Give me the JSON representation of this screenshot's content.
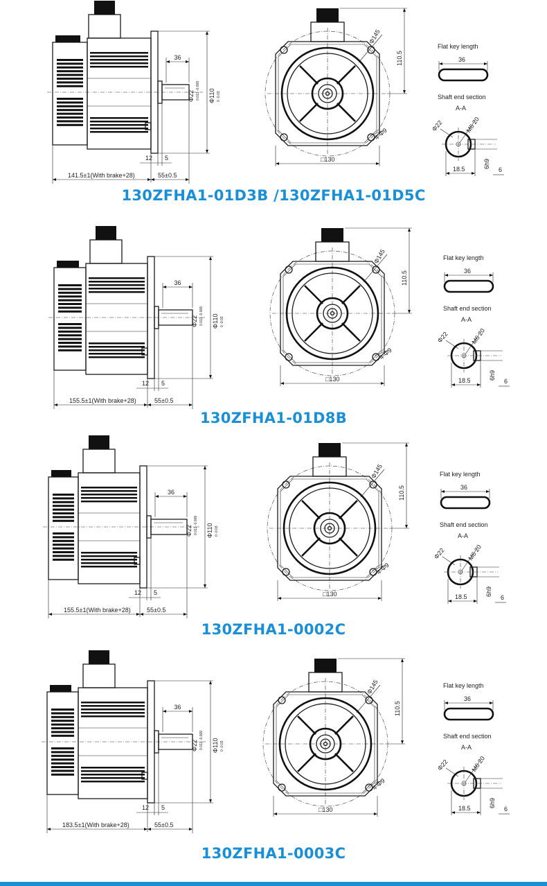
{
  "labels": {
    "flat_key_length": "Flat key length",
    "shaft_end_section": "Shaft end section",
    "section": "A-A",
    "key_length": "36",
    "dia22": "Φ22",
    "m6_20": "M6 20",
    "dim_18_5": "18.5",
    "dim_6h9": "6h9",
    "dim_6": "6",
    "dim_36": "36",
    "dim_12": "12",
    "dim_5": "5",
    "dim_55": "55±0.5",
    "dim_phi110": "Φ110",
    "phi110_tol": "0 -0.03",
    "dim_phi22": "Φ22",
    "phi22_tol": "0.013 -0.009",
    "dim_phi145": "Φ145",
    "dim_110_5": "110.5",
    "holes": "4-Φ9",
    "square130": "□130"
  },
  "panels": [
    {
      "title": "130ZFHA1-01D3B /130ZFHA1-01D5C",
      "length": "141.5±1(With brake+28)"
    },
    {
      "title": "130ZFHA1-01D8B",
      "length": "155.5±1(With brake+28)"
    },
    {
      "title": "130ZFHA1-0002C",
      "length": "155.5±1(With brake+28)"
    },
    {
      "title": "130ZFHA1-0003C",
      "length": "183.5±1(With brake+28)"
    }
  ],
  "colors": {
    "title": "#1a8fd6",
    "line": "#1a1a1a"
  }
}
